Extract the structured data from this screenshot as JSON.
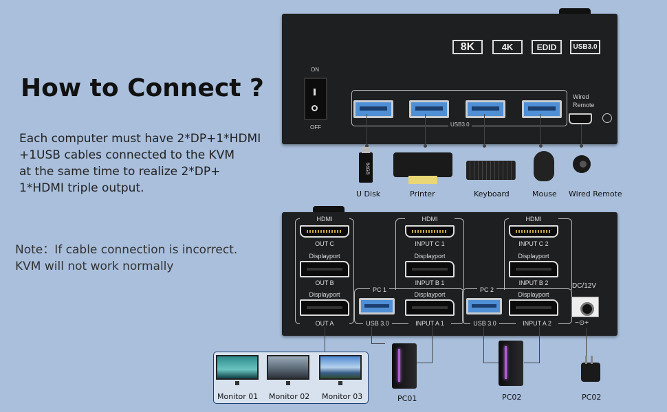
{
  "headline": "How to Connect ?",
  "description_lines": [
    "Each computer must have 2*DP+1*HDMI",
    "+1USB cables connected to the KVM",
    "at the same time to realize 2*DP+",
    "1*HDMI triple output."
  ],
  "note_lines": [
    "Note：If cable connection is incorrect.",
    "KVM will not work normally"
  ],
  "front_panel": {
    "badges": [
      "8K",
      "4K",
      "EDID",
      "USB3.0"
    ],
    "switch_on": "ON",
    "switch_off": "OFF",
    "usb_group_label": "USB3.0",
    "wired_remote_line1": "Wired",
    "wired_remote_line2": "Remote"
  },
  "peripherals": {
    "udisk": "U Disk",
    "udisk_capacity": "64GB",
    "printer": "Printer",
    "keyboard": "Keyboard",
    "mouse": "Mouse",
    "wired_remote": "Wired Remote"
  },
  "back_panel": {
    "hdmi": "HDMI",
    "displayport": "Displayport",
    "out_c": "OUT C",
    "out_b": "OUT B",
    "out_a": "OUT A",
    "pc1": "PC 1",
    "pc2": "PC 2",
    "input_c1": "INPUT C 1",
    "input_b1": "INPUT B 1",
    "input_a1": "INPUT A 1",
    "input_c2": "INPUT C 2",
    "input_b2": "INPUT B 2",
    "input_a2": "INPUT A 2",
    "usb30": "USB 3.0",
    "dc": "DC/12V",
    "dc_polarity": "−⊙+"
  },
  "devices": {
    "monitor1": "Monitor 01",
    "monitor2": "Monitor 02",
    "monitor3": "Monitor 03",
    "pc01": "PC01",
    "pc02": "PC02",
    "power": "PC02"
  },
  "colors": {
    "background": "#a9bfdc",
    "unit": "#1e1f21",
    "usb_blue": "#4f8fd6",
    "frame": "#1a3f6e"
  }
}
